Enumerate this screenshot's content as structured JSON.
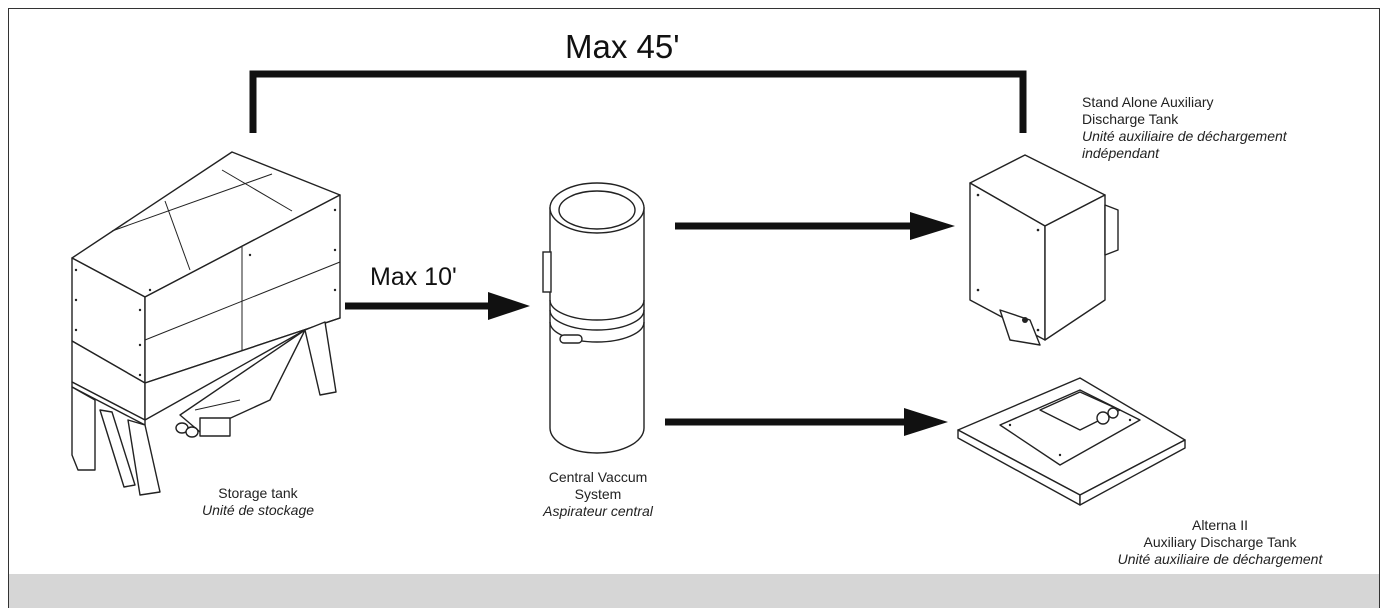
{
  "distances": {
    "max_45": "Max 45'",
    "max_10": "Max 10'"
  },
  "storage_tank": {
    "title": "Storage tank",
    "title_fr": "Unité de stockage"
  },
  "central_vacuum": {
    "title_line1": "Central Vaccum",
    "title_line2": "System",
    "title_fr": "Aspirateur central"
  },
  "standalone_tank": {
    "title_line1": "Stand Alone Auxiliary",
    "title_line2": "Discharge Tank",
    "title_fr_line1": "Unité auxiliaire de déchargement",
    "title_fr_line2": "indépendant"
  },
  "alterna_tank": {
    "title_line1": "Alterna II",
    "title_line2": "Auxiliary Discharge Tank",
    "title_fr": "Unité auxiliaire de déchargement"
  },
  "colors": {
    "line": "#111111",
    "footer": "#d6d6d6",
    "frame": "#333333"
  }
}
